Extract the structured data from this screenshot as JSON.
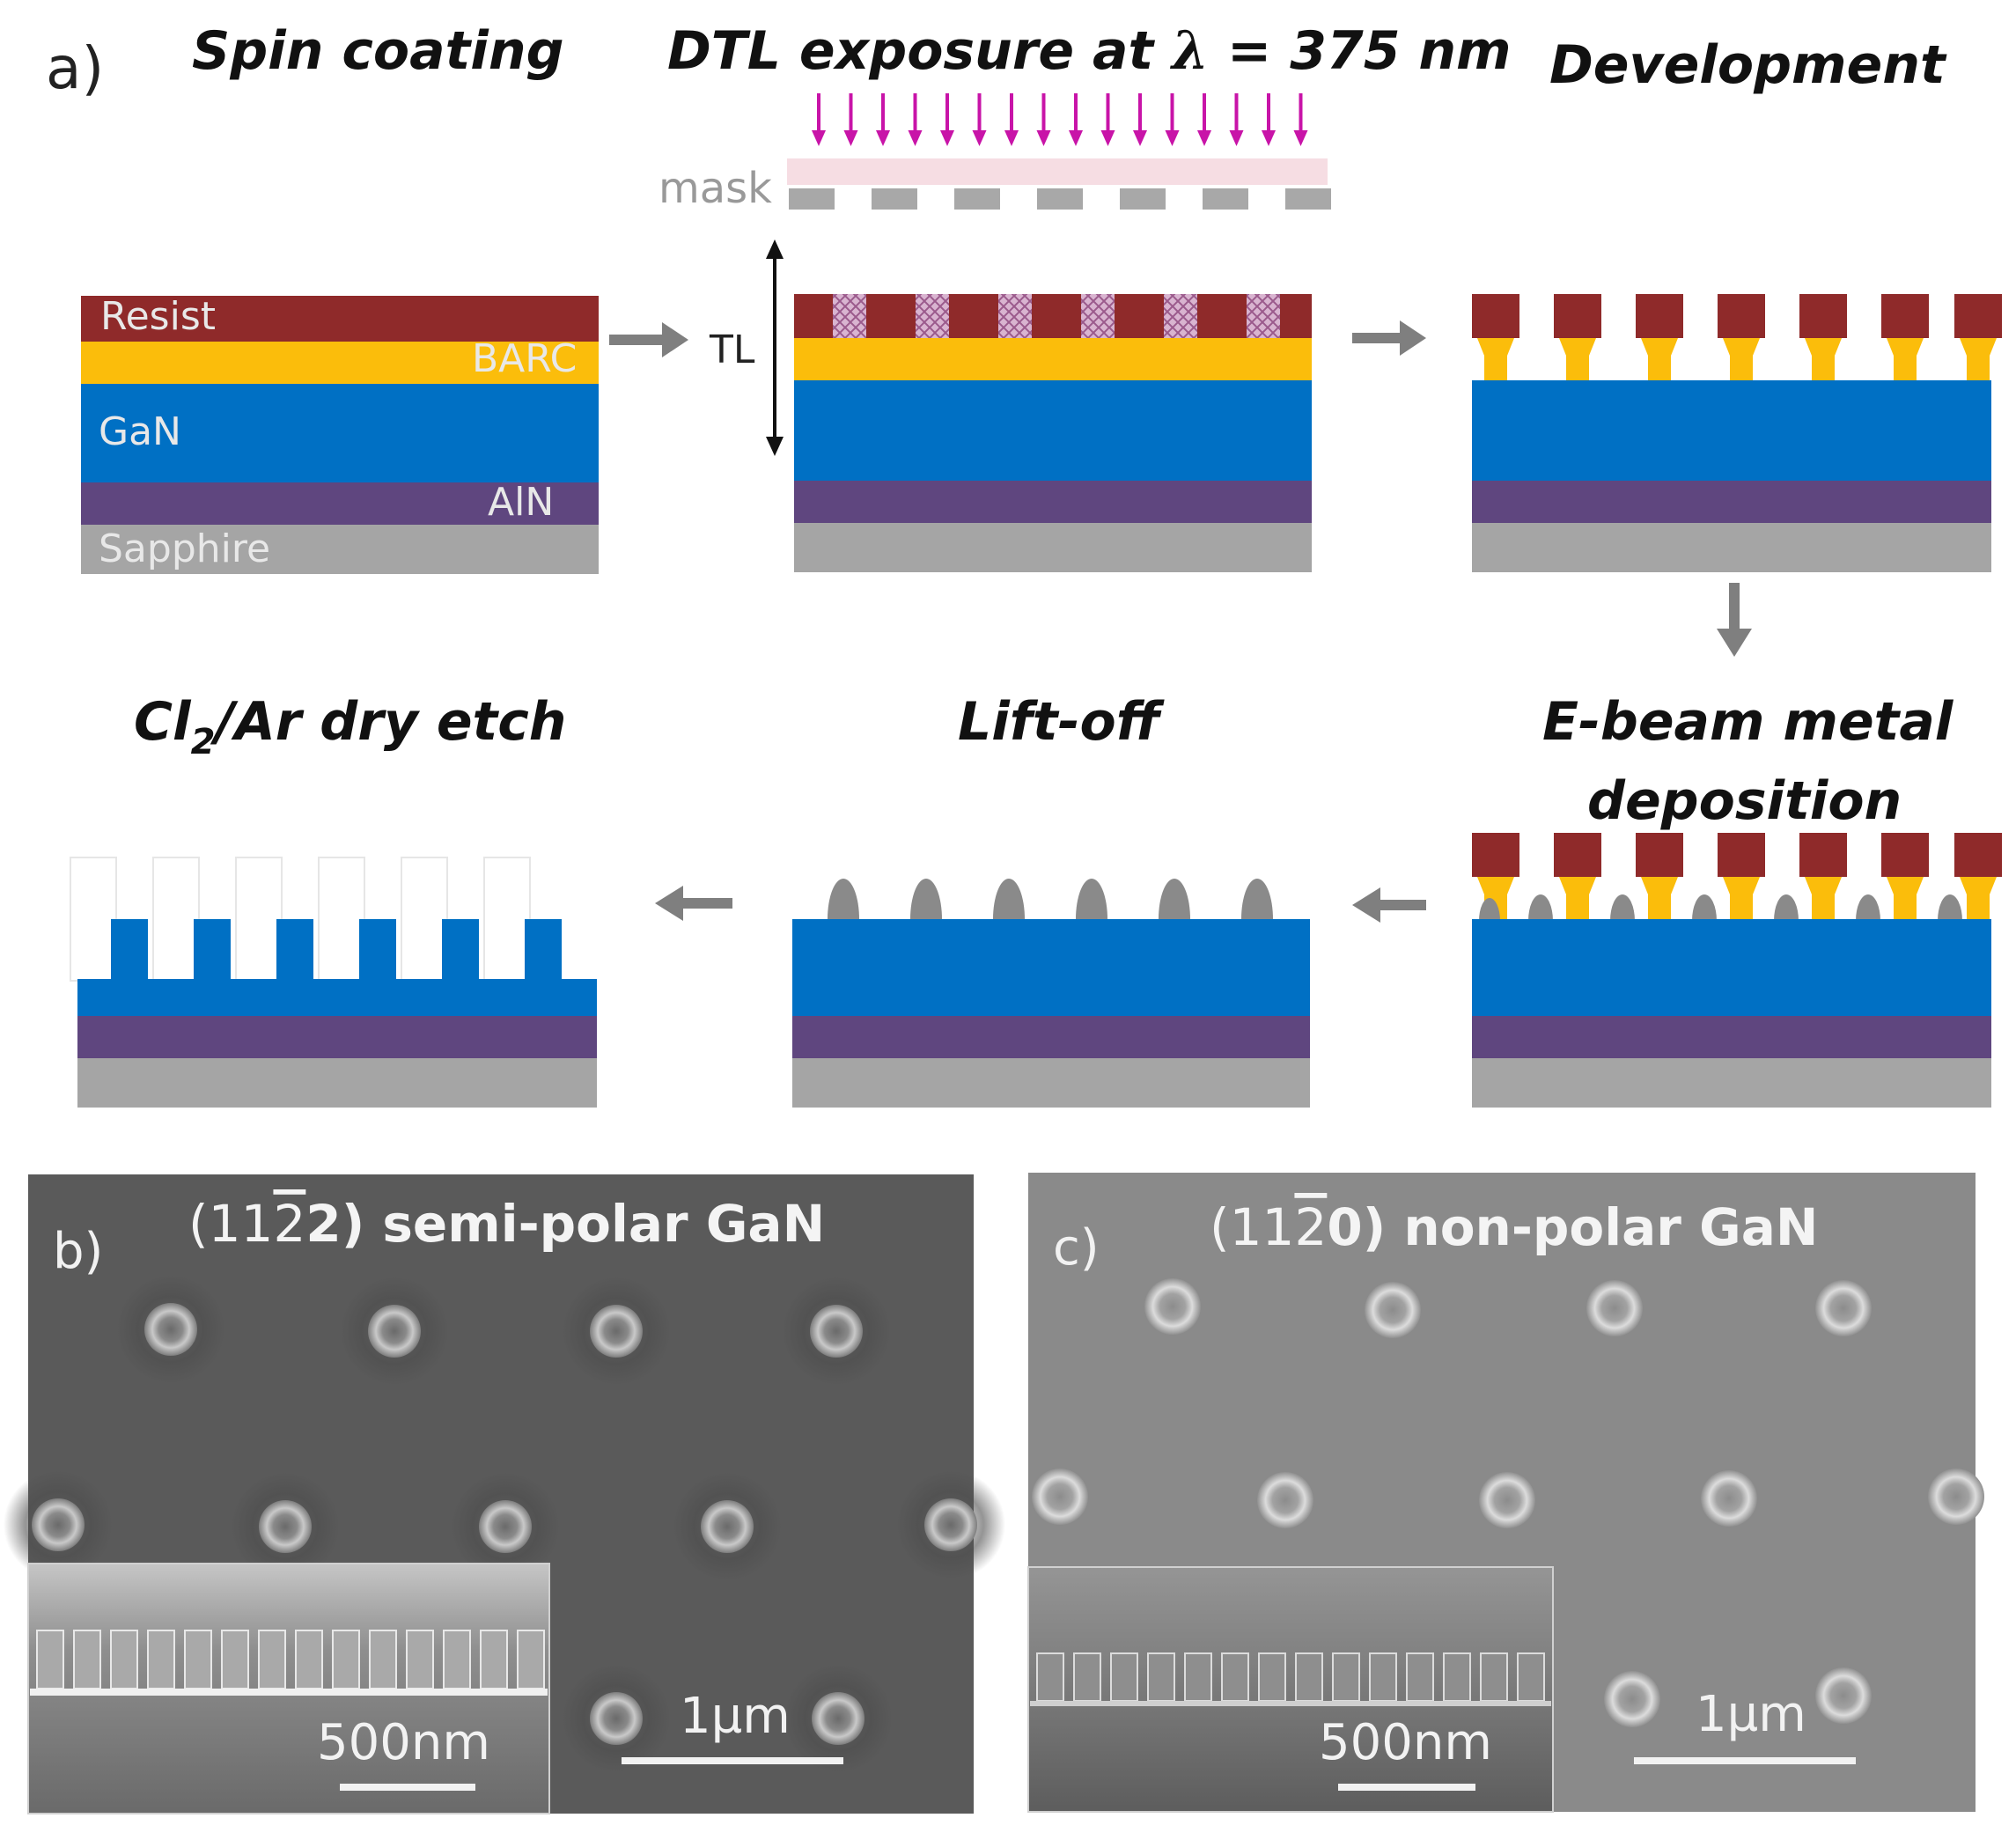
{
  "panel_a": {
    "label": "a)",
    "steps": {
      "spin_coating": "Spin coating",
      "dtl_exposure_prefix": "DTL exposure at ",
      "dtl_exposure_lambda": "λ",
      "dtl_exposure_suffix": " = 375 nm",
      "development": "Development",
      "ebeam_line1": "E-beam metal",
      "ebeam_line2": "deposition",
      "lift_off": "Lift-off",
      "dry_etch_prefix": "Cl",
      "dry_etch_sub": "2",
      "dry_etch_suffix": "/Ar dry etch"
    },
    "mask_label": "mask",
    "tl_label": "TL",
    "layers": {
      "resist": "Resist",
      "barc": "BARC",
      "gan": "GaN",
      "aln": "AlN",
      "sapphire": "Sapphire"
    },
    "colors": {
      "resist": "#8f2a2a",
      "barc": "#fbbd0b",
      "gan": "#0070c4",
      "aln": "#5f467f",
      "sapphire": "#a5a5a5",
      "uv_arrows": "#c814a8",
      "process_arrow": "#7f7f7f"
    }
  },
  "panel_b": {
    "label": "b)",
    "title_prefix": "(11",
    "title_bar": "2",
    "title_suffix": "2) semi-polar GaN",
    "scale_main": "1µm",
    "scale_inset": "500nm"
  },
  "panel_c": {
    "label": "c)",
    "title_prefix": "(11",
    "title_bar": "2",
    "title_suffix": "0) non-polar GaN",
    "scale_main": "1µm",
    "scale_inset": "500nm"
  }
}
